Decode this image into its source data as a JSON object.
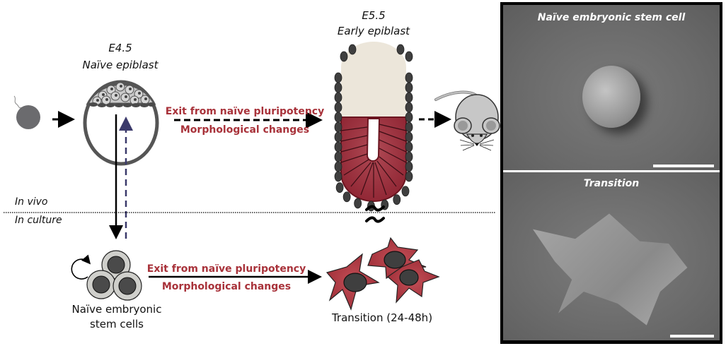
{
  "stages": {
    "e45": {
      "day": "E4.5",
      "name": "Naïve epiblast"
    },
    "e55": {
      "day": "E5.5",
      "name": "Early epiblast"
    }
  },
  "transitions": {
    "in_vivo": {
      "line1": "Exit from naïve pluripotency",
      "line2": "Morphological changes"
    },
    "in_culture": {
      "line1": "Exit from naïve pluripotency",
      "line2": "Morphological changes"
    }
  },
  "regions": {
    "top": "In vivo",
    "bottom": "In culture"
  },
  "culture": {
    "esc_label_line1": "Naïve embryonic",
    "esc_label_line2": "stem cells",
    "transition_label": "Transition (24-48h)"
  },
  "micrographs": [
    {
      "title": "Naïve embryonic stem cell"
    },
    {
      "title": "Transition"
    }
  ],
  "colors": {
    "accent_red": "#a8323a",
    "epiblast_red": "#9b2a37",
    "cell_dark": "#3f3f3f",
    "extraembryonic": "#ece6da",
    "dashed_blue": "#3b3a6b"
  }
}
